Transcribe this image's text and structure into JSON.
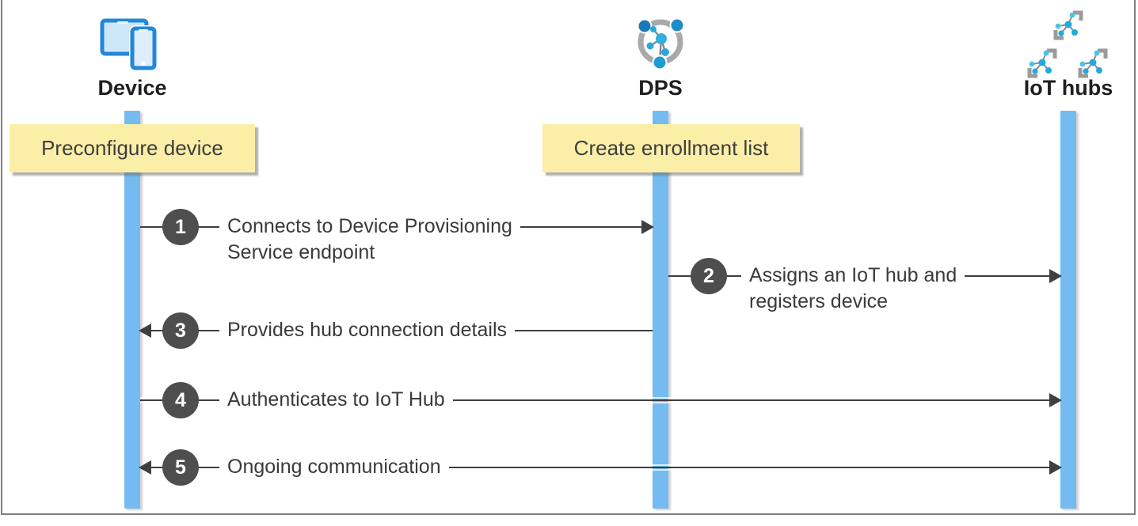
{
  "diagram": {
    "actors": [
      {
        "id": "device",
        "label": "Device",
        "icon": "device-icon"
      },
      {
        "id": "dps",
        "label": "DPS",
        "icon": "dps-icon"
      },
      {
        "id": "iot_hubs",
        "label": "IoT hubs",
        "icon": "iot-hubs-icon"
      }
    ],
    "notes": [
      {
        "text": "Preconfigure device",
        "attached_to": "Device"
      },
      {
        "text": "Create enrollment list",
        "attached_to": "DPS"
      }
    ],
    "steps": [
      {
        "num": "1",
        "lines": [
          "Connects to Device Provisioning",
          "Service endpoint"
        ],
        "text": "Connects to Device Provisioning Service endpoint",
        "from": "Device",
        "to": "DPS",
        "arrow": "right"
      },
      {
        "num": "2",
        "lines": [
          "Assigns an IoT hub and",
          "registers device"
        ],
        "text": "Assigns an IoT hub and registers device",
        "from": "DPS",
        "to": "IoT hubs",
        "arrow": "right"
      },
      {
        "num": "3",
        "lines": [
          "Provides hub connection details"
        ],
        "text": "Provides hub connection details",
        "from": "DPS",
        "to": "Device",
        "arrow": "left"
      },
      {
        "num": "4",
        "lines": [
          "Authenticates to IoT Hub"
        ],
        "text": "Authenticates to IoT Hub",
        "from": "Device",
        "to": "IoT hubs",
        "arrow": "right"
      },
      {
        "num": "5",
        "lines": [
          "Ongoing communication"
        ],
        "text": "Ongoing communication",
        "from": "Device",
        "to": "IoT hubs",
        "arrow": "both"
      }
    ],
    "colors": {
      "lifeline_blue": "#74bbf2",
      "note_yellow": "#fbefa8",
      "badge_gray": "#4e4e4e",
      "line_dark": "#3f3f3f",
      "device_icon_blue": "#2287db",
      "hub_icon_cyan": "#24a9db",
      "icon_gray": "#9b9b9b"
    }
  }
}
